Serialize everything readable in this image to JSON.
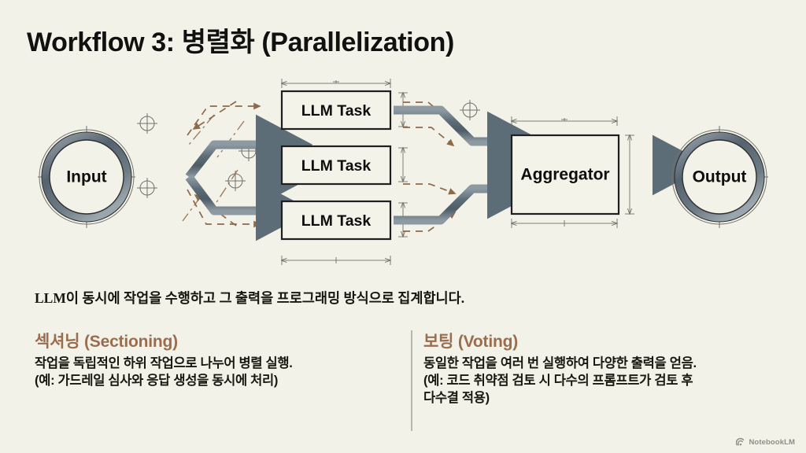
{
  "slide": {
    "background_color": "#f3f2e9",
    "title": "Workflow 3: 병렬화 (Parallelization)",
    "summary": "LLM이 동시에 작업을 수행하고 그 출력을 프로그래밍 방식으로 집계합니다."
  },
  "diagram": {
    "accent_color": "#6b7b85",
    "annotation_color": "#8d6a4a",
    "node_stroke": "#2b2b2b",
    "input_node": {
      "label": "Input",
      "shape": "circle"
    },
    "output_node": {
      "label": "Output",
      "shape": "circle"
    },
    "task_nodes": [
      {
        "label": "LLM Task"
      },
      {
        "label": "LLM Task"
      },
      {
        "label": "LLM Task"
      }
    ],
    "aggregator_node": {
      "label": "Aggregator",
      "shape": "rectangle"
    },
    "dimension_tick": "+"
  },
  "columns": [
    {
      "heading": "섹셔닝 (Sectioning)",
      "lines": [
        "작업을 독립적인 하위 작업으로 나누어 병렬 실행.",
        "(예: 가드레일 심사와 응답 생성을 동시에 처리)"
      ]
    },
    {
      "heading": "보팅 (Voting)",
      "lines": [
        "동일한 작업을 여러 번 실행하여 다양한 출력을 얻음.",
        "(예: 코드 취약점 검토 시 다수의 프롬프트가 검토 후",
        "다수결 적용)"
      ]
    }
  ],
  "watermark": {
    "icon": "notebooklm-spark-icon",
    "label": "NotebookLM"
  }
}
